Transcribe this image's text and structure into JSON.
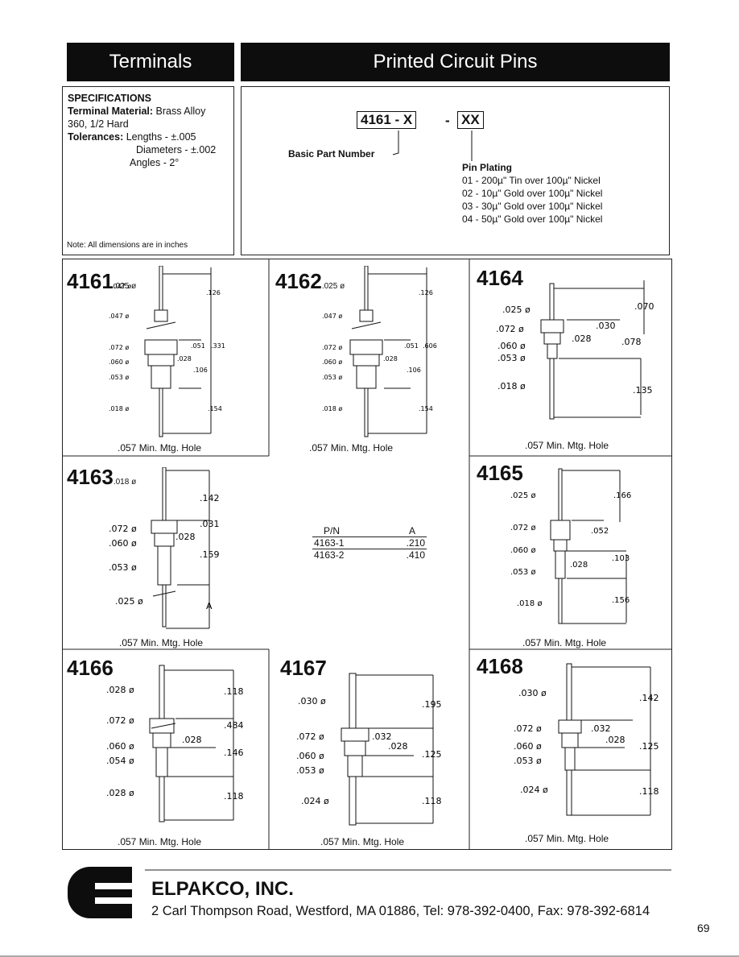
{
  "header": {
    "left_title": "Terminals",
    "right_title": "Printed Circuit Pins"
  },
  "specs": {
    "heading": "SPECIFICATIONS",
    "material_label": "Terminal Material:",
    "material_value": "Brass Alloy",
    "material_value2": "360, 1/2 Hard",
    "tolerances_label": "Tolerances:",
    "tol_lengths": "Lengths - ±.005",
    "tol_diameters": "Diameters - ±.002",
    "tol_angles": "Angles - 2°",
    "note": "Note: All dimensions are in inches"
  },
  "part_number": {
    "box1": "4161 - X",
    "dash": "-",
    "box2": "XX",
    "basic_label": "Basic Part Number",
    "plating_heading": "Pin Plating",
    "plating_options": [
      "01 - 200µ\" Tin over 100µ\" Nickel",
      "02 - 10µ\" Gold over 100µ\" Nickel",
      "03 - 30µ\" Gold over 100µ\" Nickel",
      "04 - 50µ\" Gold over 100µ\" Nickel"
    ]
  },
  "models": {
    "m4161": {
      "name": "4161",
      "sub": ".025 ø",
      "hole": ".057 Min. Mtg. Hole",
      "dims": [
        ".047 ø",
        ".072 ø",
        ".060 ø",
        ".053 ø",
        ".018 ø",
        ".126",
        ".051",
        ".331",
        ".028",
        ".106",
        ".154"
      ]
    },
    "m4162": {
      "name": "4162",
      "sub": ".025 ø",
      "hole": ".057 Min. Mtg. Hole",
      "dims": [
        ".047 ø",
        ".072 ø",
        ".060 ø",
        ".053 ø",
        ".018 ø",
        ".126",
        ".051",
        ".606",
        ".028",
        ".106",
        ".154"
      ]
    },
    "m4164": {
      "name": "4164",
      "hole": ".057 Min. Mtg. Hole",
      "dims": [
        ".025 ø",
        ".072 ø",
        ".060 ø",
        ".053 ø",
        ".018 ø",
        ".070",
        ".030",
        ".028",
        ".078",
        ".135"
      ]
    },
    "m4163": {
      "name": "4163",
      "sub": ".018 ø",
      "hole": ".057 Min. Mtg. Hole",
      "dims": [
        ".072 ø",
        ".060 ø",
        ".053 ø",
        ".025 ø",
        ".142",
        ".031",
        ".028",
        ".159",
        "A"
      ]
    },
    "m4165": {
      "name": "4165",
      "hole": ".057 Min. Mtg. Hole",
      "dims": [
        ".025 ø",
        ".072 ø",
        ".060 ø",
        ".053 ø",
        ".018 ø",
        ".166",
        ".052",
        ".103",
        ".028",
        ".156"
      ]
    },
    "m4166": {
      "name": "4166",
      "hole": ".057 Min. Mtg. Hole",
      "dims": [
        ".028 ø",
        ".072 ø",
        ".060 ø",
        ".054 ø",
        ".028 ø",
        ".118",
        ".484",
        ".028",
        ".146",
        ".118"
      ]
    },
    "m4167": {
      "name": "4167",
      "hole": ".057 Min. Mtg. Hole",
      "dims": [
        ".030 ø",
        ".072 ø",
        ".060 ø",
        ".053 ø",
        ".024 ø",
        ".195",
        ".032",
        ".028",
        ".125",
        ".118"
      ]
    },
    "m4168": {
      "name": "4168",
      "hole": ".057 Min. Mtg. Hole",
      "dims": [
        ".030 ø",
        ".072 ø",
        ".060 ø",
        ".053 ø",
        ".024 ø",
        ".142",
        ".032",
        ".028",
        ".125",
        ".118"
      ]
    }
  },
  "table4163": {
    "headers": [
      "P/N",
      "A"
    ],
    "rows": [
      [
        "4163-1",
        ".210"
      ],
      [
        "4163-2",
        ".410"
      ]
    ]
  },
  "footer": {
    "logo_letter": "E",
    "company": "ELPAKCO, INC.",
    "address": "2 Carl Thompson Road, Westford, MA 01886, Tel: 978-392-0400, Fax: 978-392-6814",
    "page_number": "69"
  }
}
